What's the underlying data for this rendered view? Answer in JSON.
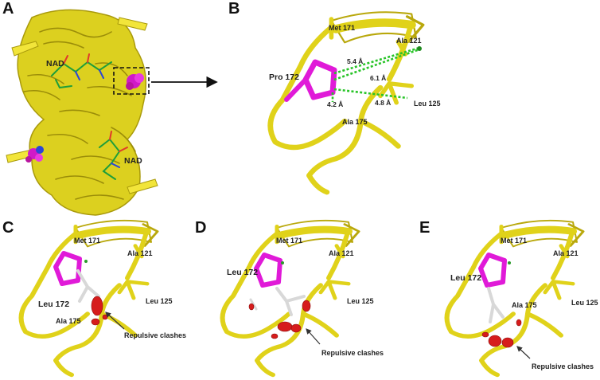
{
  "panels": {
    "a": {
      "label": "A",
      "nad_top": "NAD",
      "nad_bottom": "NAD"
    },
    "b": {
      "label": "B",
      "met171": "Met 171",
      "ala121": "Ala 121",
      "pro172": "Pro 172",
      "leu125": "Leu 125",
      "ala175": "Ala 175",
      "d54": "5.4 Å",
      "d61": "6.1 Å",
      "d48": "4.8 Å",
      "d42": "4.2 Å"
    },
    "c": {
      "label": "C",
      "met171": "Met 171",
      "ala121": "Ala 121",
      "leu172": "Leu 172",
      "leu125": "Leu 125",
      "ala175": "Ala 175",
      "clash": "Repulsive clashes"
    },
    "d": {
      "label": "D",
      "met171": "Met 171",
      "ala121": "Ala 121",
      "leu172": "Leu 172",
      "leu125": "Leu 125",
      "clash": "Repulsive clashes"
    },
    "e": {
      "label": "E",
      "met171": "Met 171",
      "ala121": "Ala 121",
      "leu172": "Leu 172",
      "leu125": "Leu 125",
      "ala175": "Ala 175",
      "clash": "Repulsive clashes"
    }
  },
  "colors": {
    "ribbon": "#e0d21a",
    "proline": "#e01ad8",
    "hbond": "#28c428",
    "clash": "#d61c1c",
    "leucine": "#d8d8d8"
  }
}
